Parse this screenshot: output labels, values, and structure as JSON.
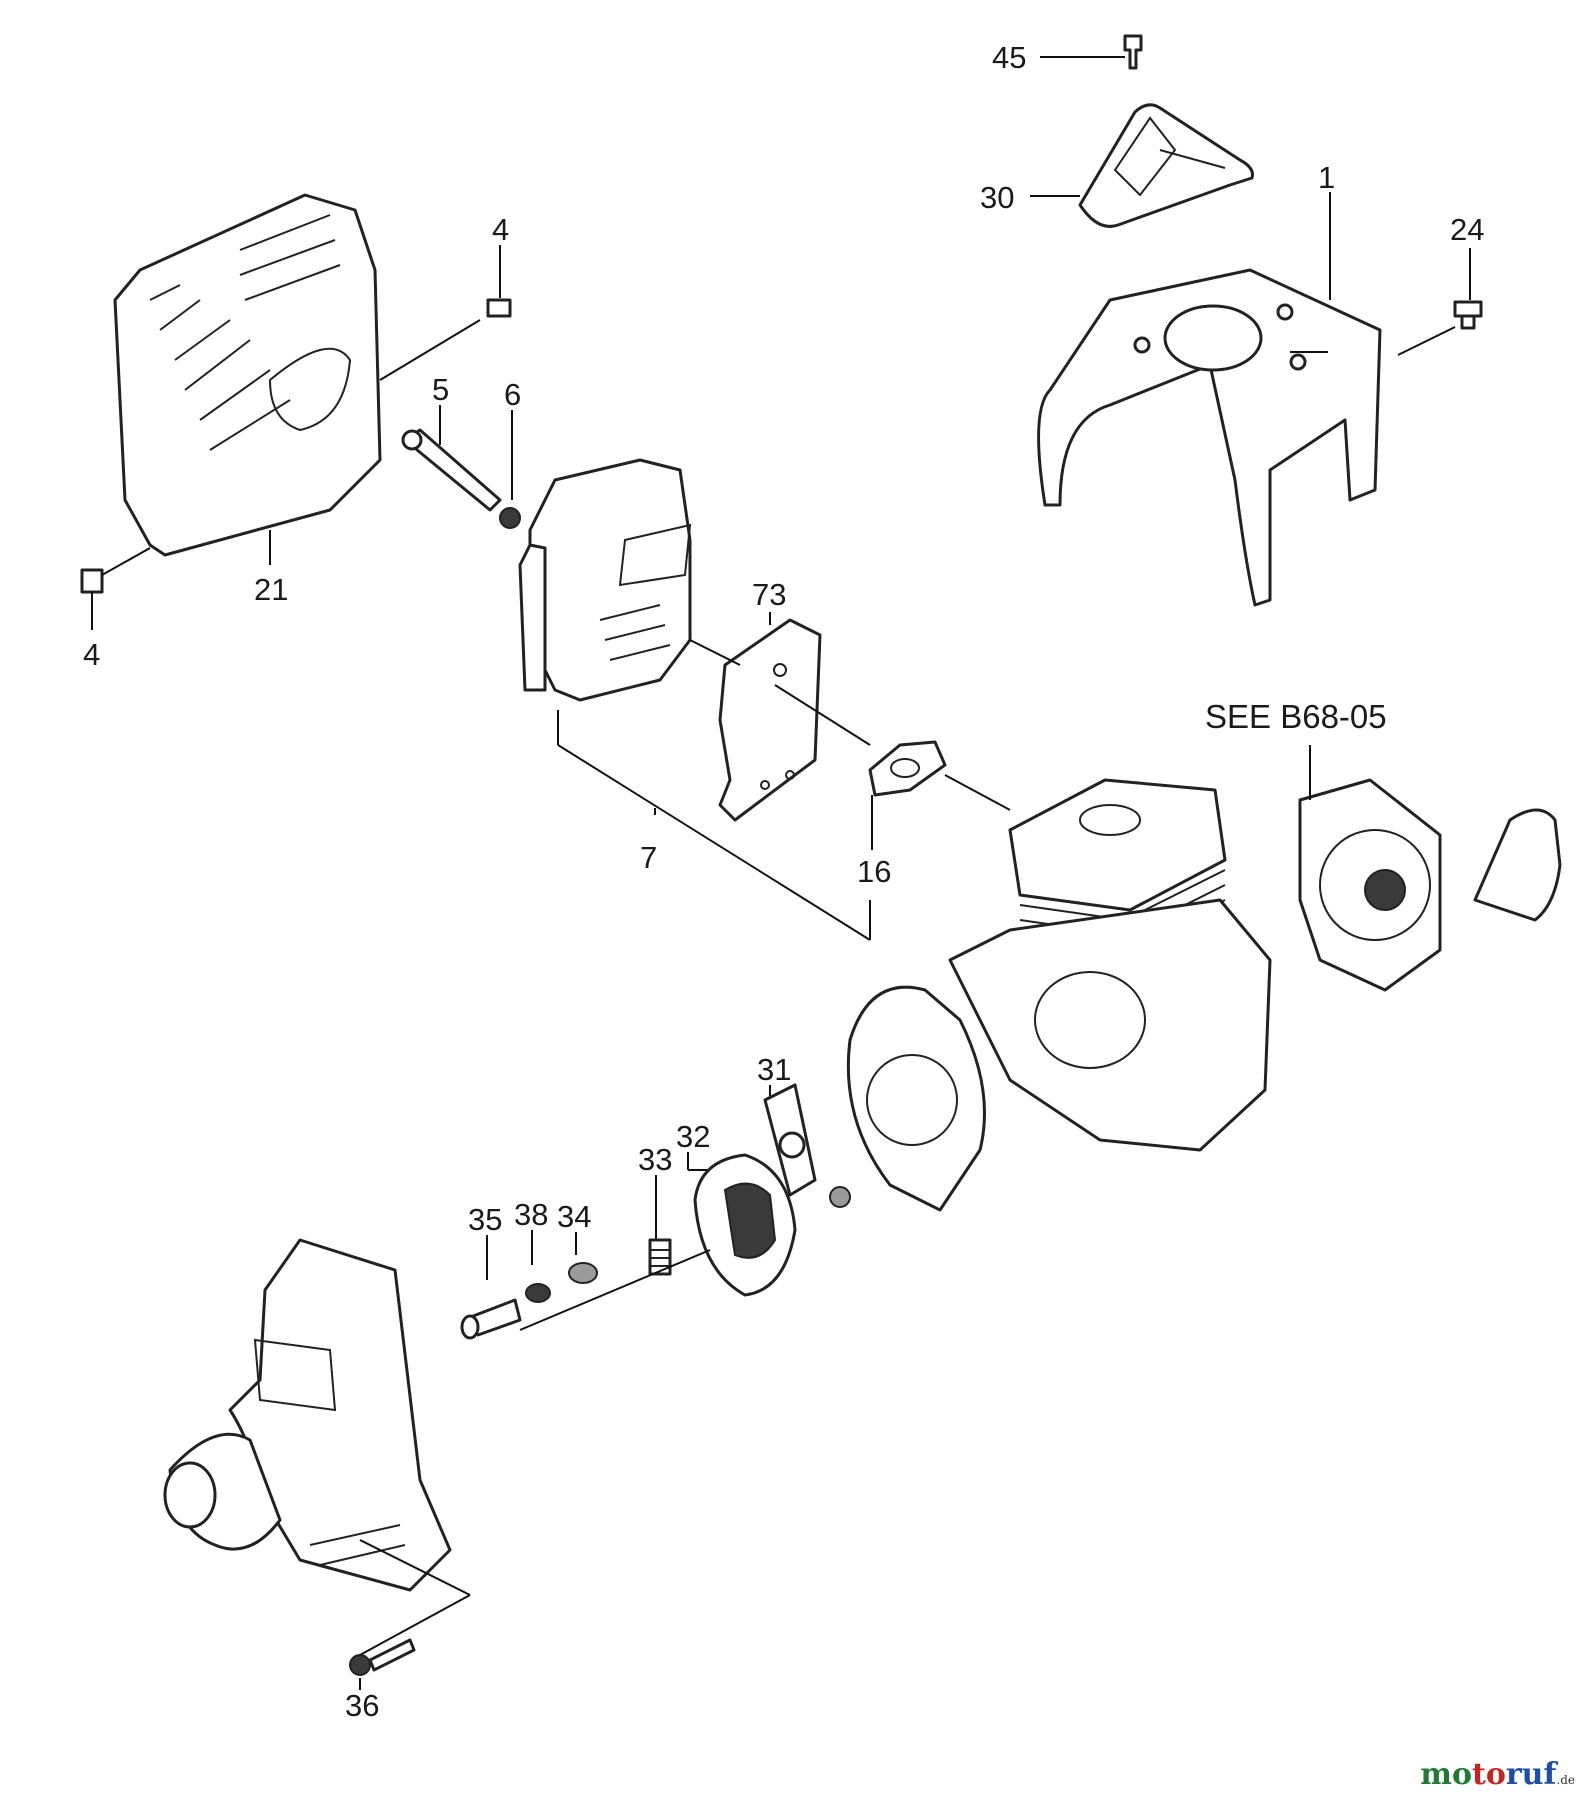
{
  "parts": [
    {
      "id": "p1",
      "ref": "1"
    },
    {
      "id": "p4a",
      "ref": "4"
    },
    {
      "id": "p4b",
      "ref": "4"
    },
    {
      "id": "p5",
      "ref": "5"
    },
    {
      "id": "p6",
      "ref": "6"
    },
    {
      "id": "p7",
      "ref": "7"
    },
    {
      "id": "p16",
      "ref": "16"
    },
    {
      "id": "p21",
      "ref": "21"
    },
    {
      "id": "p24",
      "ref": "24"
    },
    {
      "id": "p30",
      "ref": "30"
    },
    {
      "id": "p31",
      "ref": "31"
    },
    {
      "id": "p32",
      "ref": "32"
    },
    {
      "id": "p33",
      "ref": "33"
    },
    {
      "id": "p34",
      "ref": "34"
    },
    {
      "id": "p35",
      "ref": "35"
    },
    {
      "id": "p36",
      "ref": "36"
    },
    {
      "id": "p38",
      "ref": "38"
    },
    {
      "id": "p45",
      "ref": "45"
    },
    {
      "id": "p73",
      "ref": "73"
    }
  ],
  "reference_note": "SEE B68-05",
  "watermark": {
    "part1": "mo",
    "part2": "to",
    "part3": "ruf",
    "suffix": ".de"
  }
}
